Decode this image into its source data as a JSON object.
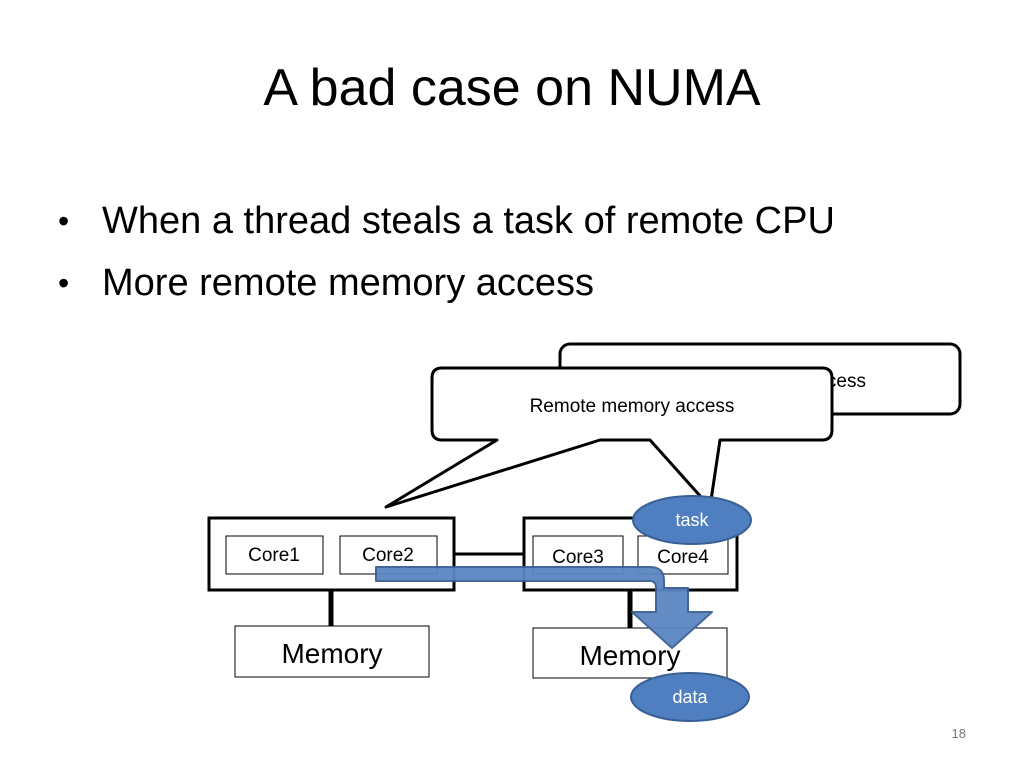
{
  "slide": {
    "title": "A bad case on NUMA",
    "bullets": [
      "When a thread steals a task of remote CPU",
      "More remote memory access"
    ],
    "page_number": "18"
  },
  "diagram": {
    "callout_back_text": "cess",
    "callout_front_text": "Remote memory access",
    "node1": {
      "cores": [
        "Core1",
        "Core2"
      ],
      "memory": "Memory"
    },
    "node2": {
      "cores": [
        "Core3",
        "Core4"
      ],
      "memory": "Memory"
    },
    "task_label": "task",
    "data_label": "data",
    "colors": {
      "arrow_fill": "#5b86c2",
      "arrow_stroke": "#3a5f95",
      "ellipse_fill": "#4f7fc0",
      "ellipse_stroke": "#3a5f95"
    }
  }
}
